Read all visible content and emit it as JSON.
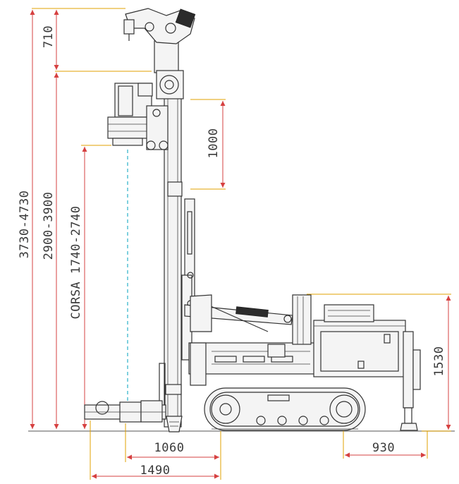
{
  "dimensions": {
    "overall_height": "3730-4730",
    "head_top_offset": "710",
    "rotary_head_height": "2900-3900",
    "stroke": "CORSA 1740-2740",
    "mast_stroke_lower": "1000",
    "front_reach": "1060",
    "front_overhang_total": "1490",
    "rear_offset": "930",
    "machine_height": "1530"
  },
  "colors": {
    "dimension_line": "#d64040",
    "extension_line": "#e0a000",
    "drawing_line": "#333333",
    "center_line": "#2ab0c8",
    "background": "#ffffff"
  }
}
